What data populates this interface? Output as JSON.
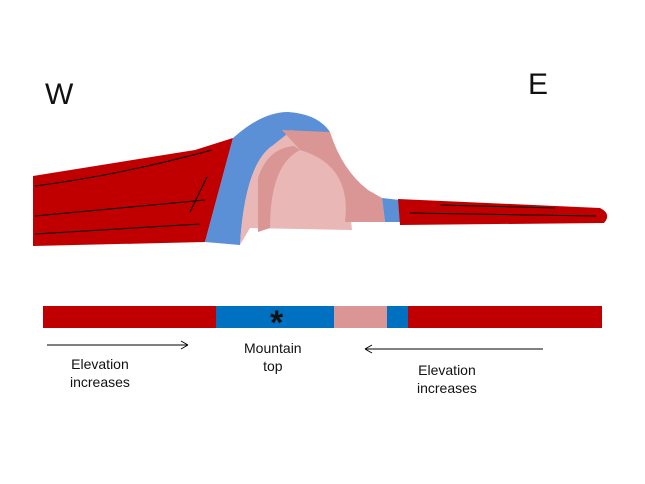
{
  "labels": {
    "west": "W",
    "east": "E",
    "left_caption_line1": "Elevation",
    "left_caption_line2": "increases",
    "center_caption_line1": "Mountain",
    "center_caption_line2": "top",
    "right_caption_line1": "Elevation",
    "right_caption_line2": "increases",
    "marker": "*"
  },
  "colors": {
    "red": "#c00000",
    "blue": "#0070c0",
    "light_blue": "#5b8fd6",
    "rose": "#d99694",
    "pale_rose": "#e8b7b6",
    "line": "#000000"
  },
  "map_strip": {
    "segments": [
      {
        "color": "red"
      },
      {
        "color": "blue"
      },
      {
        "color": "rose"
      },
      {
        "color": "blue"
      },
      {
        "color": "red"
      }
    ]
  }
}
